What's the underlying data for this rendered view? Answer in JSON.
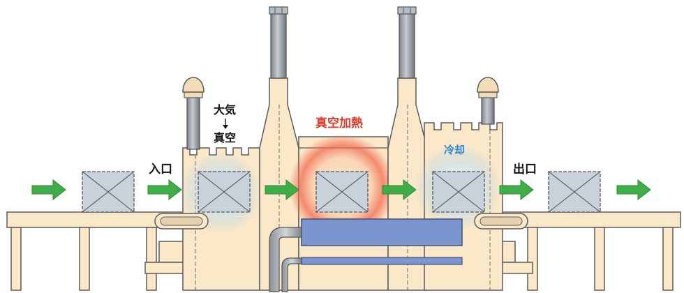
{
  "labels": {
    "entrance": "入口",
    "exit": "出口",
    "atmosphere": "大気",
    "vacuum": "真空",
    "vacuum_heating": "真空加熱",
    "cooling": "冷却"
  },
  "colors": {
    "frame": "#fbe8c8",
    "outline": "#5a5a5a",
    "arrow": "#3fae4a",
    "box": "#c9d2db",
    "heater_glow": "#f26a4f",
    "cool_glow": "#8ec8ef",
    "duct": "#7b96cf",
    "pipe": "#9aa0a6",
    "heating_text": "#e23a2a",
    "cooling_text": "#2a86d8",
    "text": "#111111"
  },
  "icons": [
    "flow-arrow-icon",
    "workpiece-box-icon",
    "down-arrow-icon"
  ]
}
